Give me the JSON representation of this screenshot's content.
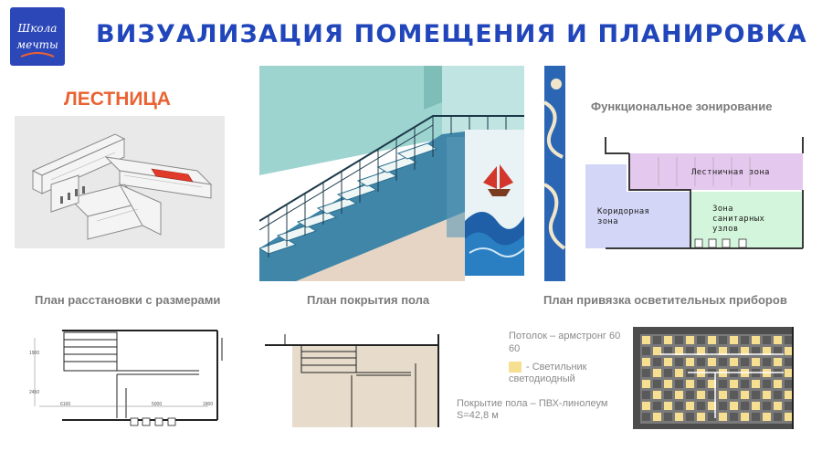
{
  "logo": {
    "line1": "Школа",
    "line2": "мечты"
  },
  "title": "ВИЗУАЛИЗАЦИЯ ПОМЕЩЕНИЯ И ПЛАНИРОВКА",
  "stair_label": "ЛЕСТНИЦА",
  "sections": {
    "zoning": "Функциональное зонирование",
    "placement_plan": "План расстановки с размерами",
    "floor_plan": "План покрытия пола",
    "lighting_plan": "План привязка осветительных приборов"
  },
  "zones": {
    "stair": "Лестничная зона",
    "corridor_l1": "Коридорная",
    "corridor_l2": "зона",
    "sanitary_l1": "Зона",
    "sanitary_l2": "санитарных",
    "sanitary_l3": "узлов"
  },
  "dimensions": {
    "d1": "6100",
    "d2": "5000",
    "d3": "1800",
    "v1": "1900",
    "v2": "2450"
  },
  "notes": {
    "ceiling_l1": "Потолок – армстронг 60",
    "ceiling_l2": "60",
    "lamp_l1": "- Светильник",
    "lamp_l2": "светодиодный",
    "floor_l1": "Покрытие пола – ПВХ-линолеум",
    "floor_l2": "S=42,8 м"
  },
  "colors": {
    "title_blue": "#2146bb",
    "accent_orange": "#ea6232",
    "stair_zone": "#e4c8ee",
    "corridor_zone": "#d4d6f7",
    "sanitary_zone": "#d3f5db",
    "lamp_yellow": "#f6df90",
    "floor_beige": "#e7dccb"
  }
}
